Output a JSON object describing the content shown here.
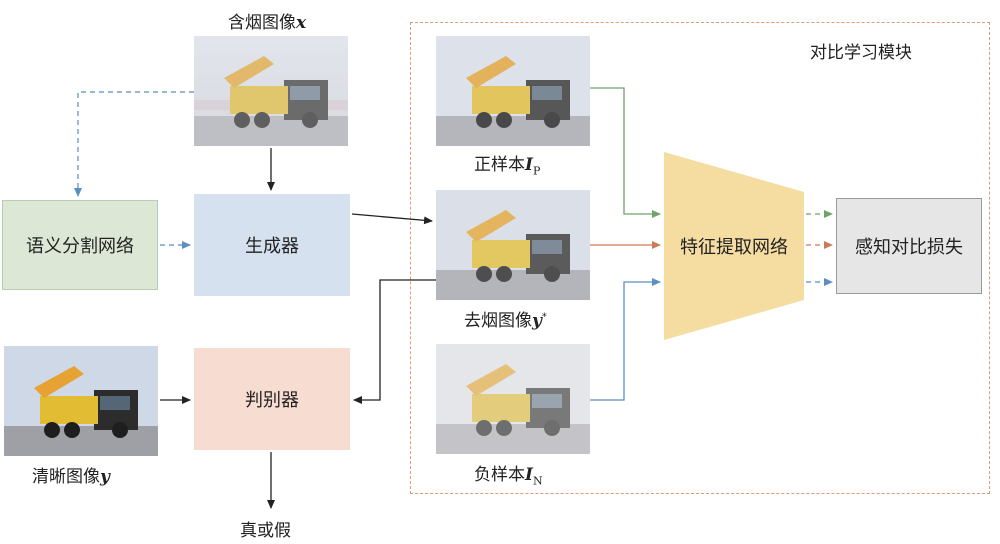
{
  "module_title": "对比学习模块",
  "inputs": {
    "smoky_image": {
      "label": "含烟图像",
      "var": "x"
    },
    "clear_image": {
      "label": "清晰图像",
      "var": "y"
    }
  },
  "blocks": {
    "semantic_net": "语义分割网络",
    "generator": "生成器",
    "discriminator": "判别器",
    "feature_extractor": "特征提取网络",
    "perceptual_loss": "感知对比损失"
  },
  "samples": {
    "positive": {
      "label": "正样本",
      "var": "I",
      "sub": "P"
    },
    "dehazed": {
      "label": "去烟图像",
      "var": "y",
      "sup": "*"
    },
    "negative": {
      "label": "负样本",
      "var": "I",
      "sub": "N"
    }
  },
  "output_label": "真或假",
  "colors": {
    "semantic_net_fill": "#dce8d5",
    "semantic_net_border": "#b6cfa9",
    "generator_fill": "#d6e1f0",
    "discriminator_fill": "#f7ddd1",
    "feature_fill": "#f5dca0",
    "loss_fill": "#e6e6e6",
    "loss_border": "#9a9a9a",
    "module_border": "#e39a78",
    "green_arrow": "#6ea56a",
    "orange_arrow": "#cc7b5a",
    "blue_arrow": "#5b8ec2"
  }
}
